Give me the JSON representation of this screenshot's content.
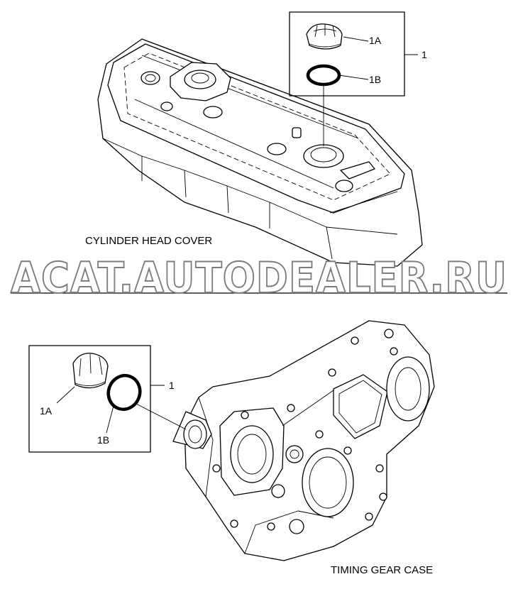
{
  "top": {
    "caption": "CYLINDER HEAD COVER",
    "callouts": {
      "assembly": "1",
      "cap": "1A",
      "ring": "1B"
    }
  },
  "bottom": {
    "caption": "TIMING GEAR CASE",
    "callouts": {
      "assembly": "1",
      "cap": "1A",
      "ring": "1B"
    }
  },
  "watermark": "ACAT.AUTODEALER.RU"
}
